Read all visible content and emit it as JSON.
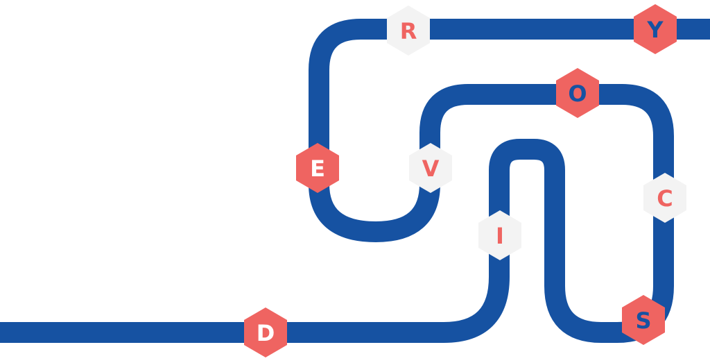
{
  "colors": {
    "background": "#ffffff",
    "track": "#1652A2",
    "badge_coral": "#EF6461",
    "badge_light": "#F3F3F3",
    "letter_white": "#FFFFFF",
    "letter_coral": "#EF6461",
    "letter_blue": "#1652A2"
  },
  "letters": [
    {
      "id": "D",
      "text": "D",
      "style": "coral-white"
    },
    {
      "id": "I",
      "text": "I",
      "style": "light-coral"
    },
    {
      "id": "S",
      "text": "S",
      "style": "coral-blue"
    },
    {
      "id": "C",
      "text": "C",
      "style": "light-coral"
    },
    {
      "id": "O",
      "text": "O",
      "style": "coral-blue"
    },
    {
      "id": "V",
      "text": "V",
      "style": "light-coral"
    },
    {
      "id": "E",
      "text": "E",
      "style": "coral-white"
    },
    {
      "id": "R",
      "text": "R",
      "style": "light-coral"
    },
    {
      "id": "Y",
      "text": "Y",
      "style": "coral-blue"
    }
  ]
}
